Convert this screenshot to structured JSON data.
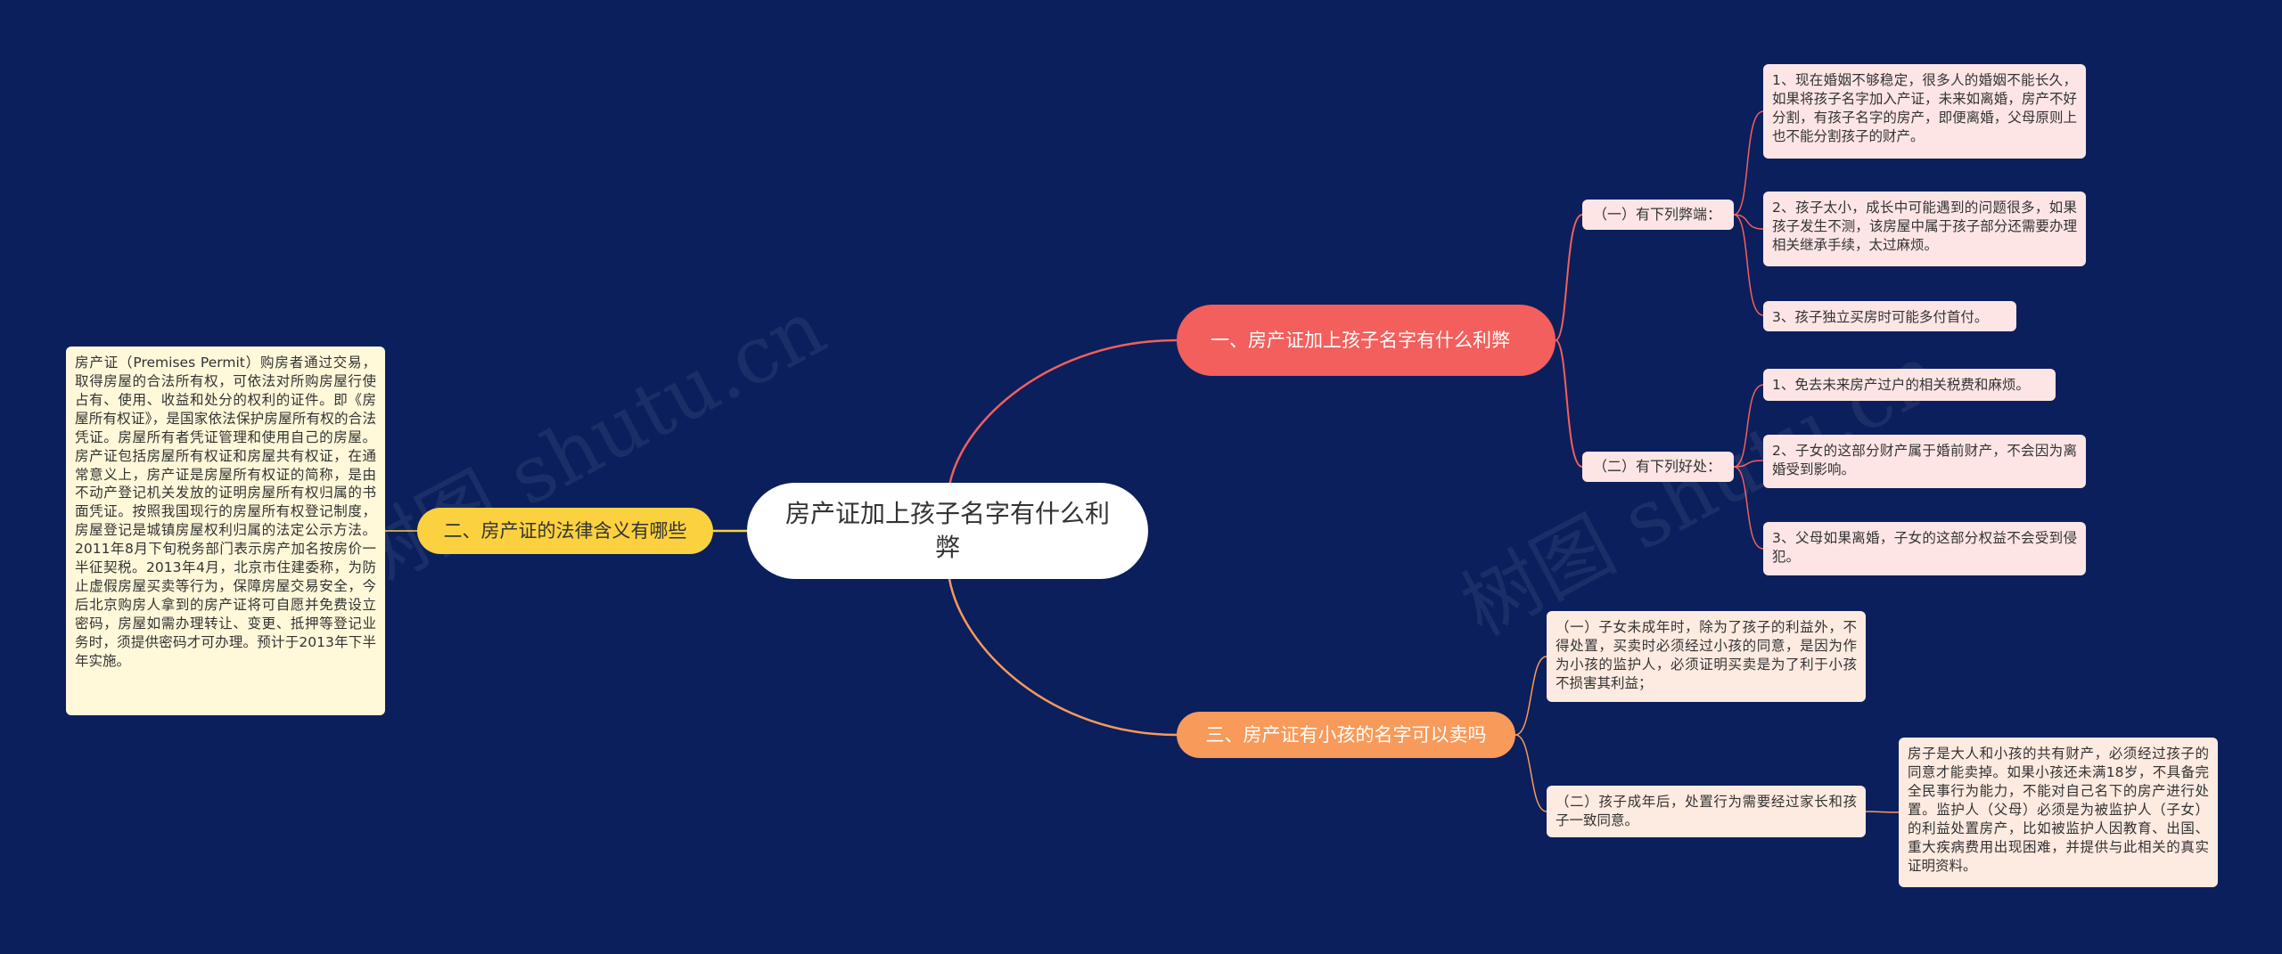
{
  "root": {
    "label": "房产证加上孩子名字有什么利弊"
  },
  "branches": {
    "b1": {
      "label": "一、房产证加上孩子名字有什么利弊",
      "color": "#f25f5c",
      "sub1": {
        "label": "（一）有下列弊端：",
        "leaves": [
          "1、现在婚姻不够稳定，很多人的婚姻不能长久，如果将孩子名字加入产证，未来如离婚，房产不好分割，有孩子名字的房产，即便离婚，父母原则上也不能分割孩子的财产。",
          "2、孩子太小，成长中可能遇到的问题很多，如果孩子发生不测，该房屋中属于孩子部分还需要办理相关继承手续，太过麻烦。",
          "3、孩子独立买房时可能多付首付。"
        ]
      },
      "sub2": {
        "label": "（二）有下列好处：",
        "leaves": [
          "1、免去未来房产过户的相关税费和麻烦。",
          "2、子女的这部分财产属于婚前财产，不会因为离婚受到影响。",
          "3、父母如果离婚，子女的这部分权益不会受到侵犯。"
        ]
      }
    },
    "b2": {
      "label": "二、房产证的法律含义有哪些",
      "color": "#fbd13f",
      "leaf": "房产证（Premises Permit）购房者通过交易，取得房屋的合法所有权，可依法对所购房屋行使占有、使用、收益和处分的权利的证件。即《房屋所有权证》，是国家依法保护房屋所有权的合法凭证。房屋所有者凭证管理和使用自己的房屋。房产证包括房屋所有权证和房屋共有权证，在通常意义上，房产证是房屋所有权证的简称，是由不动产登记机关发放的证明房屋所有权归属的书面凭证。按照我国现行的房屋所有权登记制度，房屋登记是城镇房屋权利归属的法定公示方法。2011年8月下旬税务部门表示房产加名按房价一半征契税。2013年4月，北京市住建委称，为防止虚假房屋买卖等行为，保障房屋交易安全，今后北京购房人拿到的房产证将可自愿并免费设立密码，房屋如需办理转让、变更、抵押等登记业务时，须提供密码才可办理。预计于2013年下半年实施。"
    },
    "b3": {
      "label": "三、房产证有小孩的名字可以卖吗",
      "color": "#f79a5a",
      "leaf1": "（一）子女未成年时，除为了孩子的利益外，不得处置，买卖时必须经过小孩的同意，是因为作为小孩的监护人，必须证明买卖是为了利于小孩不损害其利益；",
      "leaf2": "（二）孩子成年后，处置行为需要经过家长和孩子一致同意。",
      "leaf2_child": "房子是大人和小孩的共有财产，必须经过孩子的同意才能卖掉。如果小孩还未满18岁，不具备完全民事行为能力，不能对自己名下的房产进行处置。监护人（父母）必须是为被监护人（子女）的利益处置房产，比如被监护人因教育、出国、重大疾病费用出现困难，并提供与此相关的真实证明资料。"
    }
  },
  "watermark": "树图 shutu.cn"
}
